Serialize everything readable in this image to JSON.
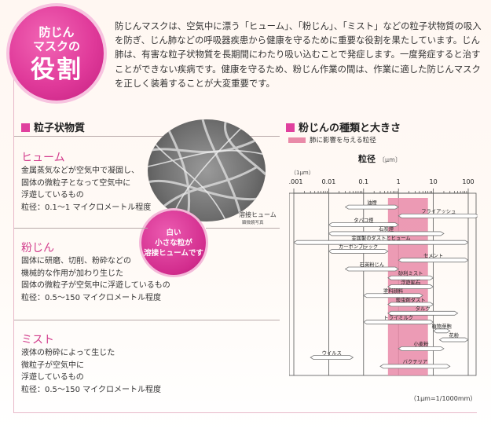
{
  "badge": {
    "line1": "防じん",
    "line2": "マスクの",
    "line3": "役割"
  },
  "intro": "防じんマスクは、空気中に漂う「ヒューム」、「粉じん」、「ミスト」などの粒子状物質の吸入を防ぎ、じん肺などの呼吸器疾患から健康を守るために重要な役割を果たしています。じん肺は、有害な粒子状物質を長期間にわたり吸い込むことで発症します。一度発症すると治すことができない疾病です。健康を守るため、粉じん作業の間は、作業に適した防じんマスクを正しく装着することが大変重要です。",
  "left": {
    "heading": "粒子状物質",
    "categories": [
      {
        "name": "ヒューム",
        "lines": [
          "金属蒸気などが空気中で凝固し、",
          "固体の微粒子となって空気中に",
          "浮遊しているもの",
          "粒径：0.1〜1 マイクロメートル程度"
        ]
      },
      {
        "name": "粉じん",
        "lines": [
          "固体に研磨、切削、粉砕などの",
          "機械的な作用が加わり生じた",
          "固体の微粒子が空気中に浮遊しているもの",
          "粒径：0.5〜150 マイクロメートル程度"
        ]
      },
      {
        "name": "ミスト",
        "lines": [
          "液体の粉砕によって生じた",
          "微粒子が空気中に",
          "浮遊しているもの",
          "粒径：0.5〜150 マイクロメートル程度"
        ]
      }
    ],
    "bubble": [
      "白い",
      "小さな粒が",
      "溶接ヒュームです"
    ],
    "photo_caption": "溶接ヒューム",
    "photo_caption_sub": "顕微鏡写真"
  },
  "right": {
    "heading": "粉じんの種類と大きさ",
    "legend": "肺に影響を与える粒径",
    "footnote": "（1μm=1/1000mm）"
  },
  "colors": {
    "accent": "#e0409e",
    "lung_band": "#e98aa8",
    "bar_fill": "#ffffff",
    "bar_stroke": "#777777"
  },
  "chart_data": {
    "type": "range-bar",
    "title": "粒径",
    "unit": "〔μm〕",
    "unit_label": "（1μm）",
    "xscale": "log",
    "xlim": [
      0.001,
      100
    ],
    "ticks": [
      0.001,
      0.01,
      0.1,
      1,
      10,
      100
    ],
    "tick_labels": [
      "0.001",
      "0.01",
      "0.1",
      "1",
      "10",
      "100"
    ],
    "lung_range": [
      0.5,
      7
    ],
    "items": [
      {
        "label": "油煙",
        "low": 0.03,
        "high": 1
      },
      {
        "label": "フライアッシュ",
        "low": 1,
        "high": 200
      },
      {
        "label": "タバコ煙",
        "low": 0.01,
        "high": 1
      },
      {
        "label": "石炭煙",
        "low": 0.01,
        "high": 20
      },
      {
        "label": "金属製のダストとヒューム",
        "low": 0.001,
        "high": 100
      },
      {
        "label": "カーボンブラック",
        "low": 0.01,
        "high": 0.5
      },
      {
        "label": "セメント",
        "low": 1,
        "high": 100
      },
      {
        "label": "石英粉じん",
        "low": 0.03,
        "high": 1
      },
      {
        "label": "砂利ミスト",
        "low": 0.5,
        "high": 10
      },
      {
        "label": "浮遊鉱石",
        "low": 0.5,
        "high": 10
      },
      {
        "label": "塗料顔料",
        "low": 0.1,
        "high": 5
      },
      {
        "label": "殺虫剤ダスト",
        "low": 0.5,
        "high": 10
      },
      {
        "label": "タルク",
        "low": 0.5,
        "high": 50
      },
      {
        "label": "トライミルク",
        "low": 0.1,
        "high": 10
      },
      {
        "label": "植物芽胞",
        "low": 10,
        "high": 30
      },
      {
        "label": "花粉",
        "low": 15,
        "high": 100
      },
      {
        "label": "小麦粉",
        "low": 1,
        "high": 20
      },
      {
        "label": "ウイルス",
        "low": 0.003,
        "high": 0.05
      },
      {
        "label": "バクテリア",
        "low": 0.3,
        "high": 30
      }
    ]
  }
}
